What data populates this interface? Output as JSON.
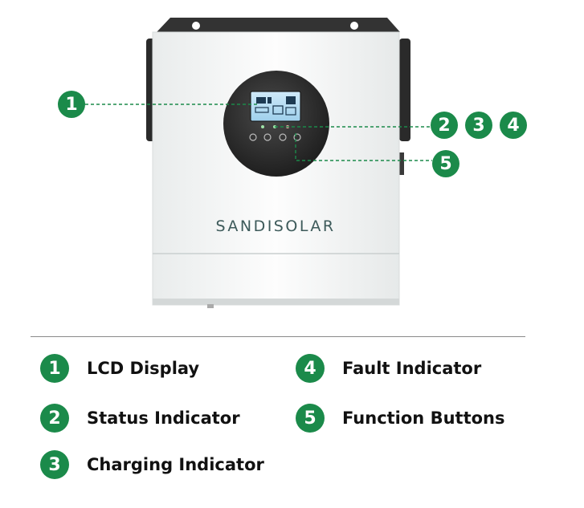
{
  "brand": "SANDISOLAR",
  "accent_color": "#1b8a4a",
  "callouts": [
    {
      "number": "1"
    },
    {
      "number": "2"
    },
    {
      "number": "3"
    },
    {
      "number": "4"
    },
    {
      "number": "5"
    }
  ],
  "legend": [
    {
      "number": "1",
      "label": "LCD Display"
    },
    {
      "number": "2",
      "label": "Status Indicator"
    },
    {
      "number": "3",
      "label": "Charging Indicator"
    },
    {
      "number": "4",
      "label": "Fault Indicator"
    },
    {
      "number": "5",
      "label": "Function Buttons"
    }
  ]
}
